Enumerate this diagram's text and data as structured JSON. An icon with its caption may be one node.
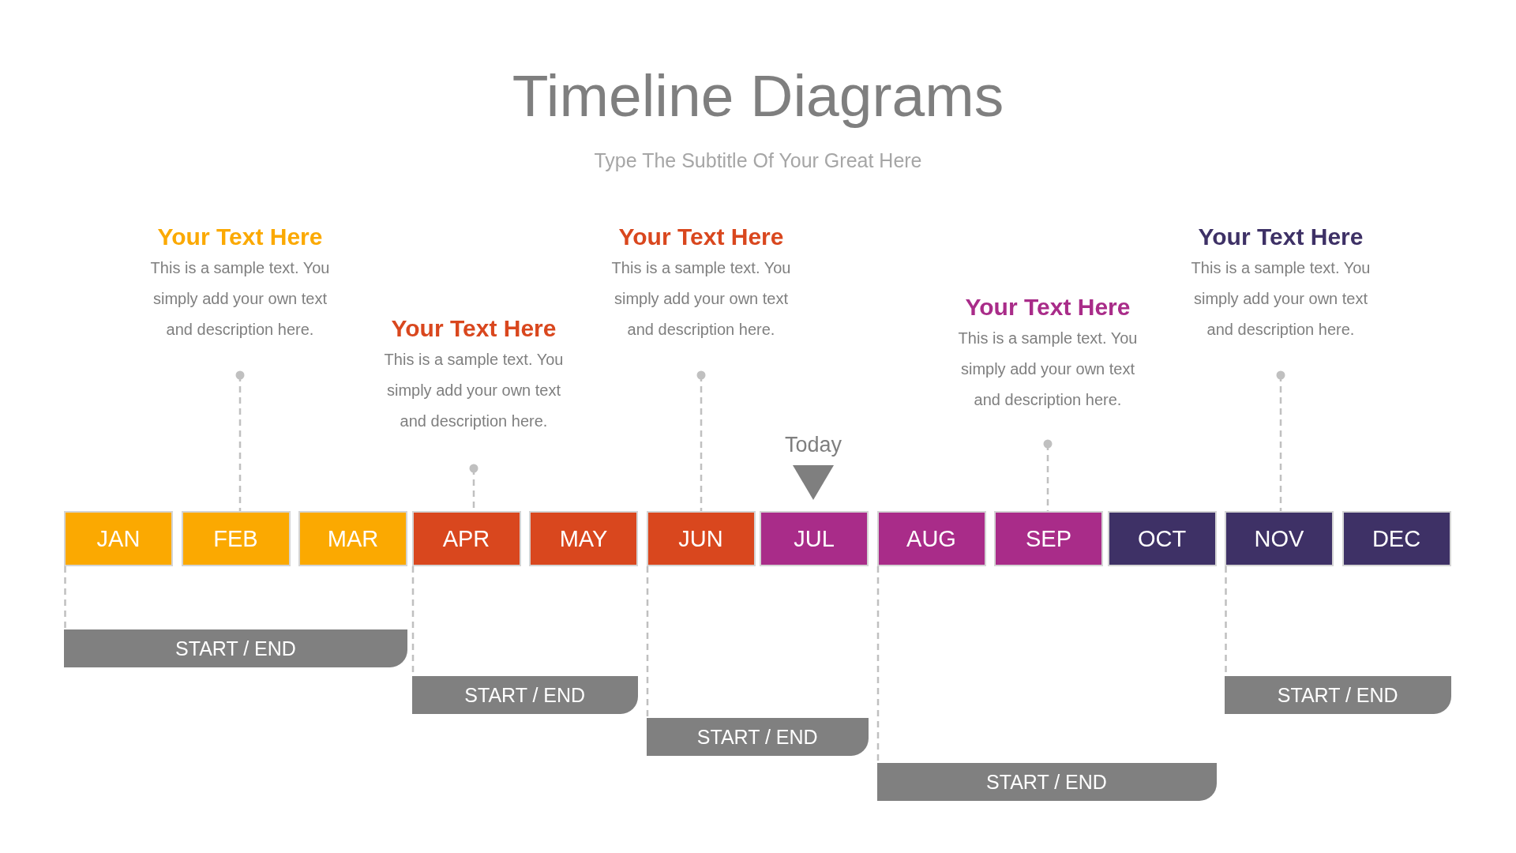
{
  "diagram": {
    "title": "Timeline Diagrams",
    "nodes": [
      {
        "text": [
          "Your Text Here",
          "This is a sample text. You simply add your own text and description here."
        ]
      },
      {
        "text": [
          "Your Text Here",
          "This is a sample text. You simply add your own text and description here."
        ]
      },
      {
        "text": [
          "Your Text Here",
          "This is a sample text. You simply add your own text and description here."
        ]
      },
      {
        "text": [
          "Your Text Here",
          "This is a sample text. You simply add your own text and description here."
        ]
      },
      {
        "text": [
          "Your Text Here",
          "This is a sample text. You simply add your own text and description here."
        ]
      },
      {
        "text": [
          "JAN"
        ]
      },
      {
        "text": [
          "FEB"
        ]
      },
      {
        "text": [
          "MAR"
        ]
      },
      {
        "text": [
          "APR"
        ]
      },
      {
        "text": [
          "MAY"
        ]
      },
      {
        "text": [
          "JUN"
        ]
      },
      {
        "text": [
          "JUL"
        ]
      },
      {
        "text": [
          "AUG"
        ]
      },
      {
        "text": [
          "SEP"
        ]
      },
      {
        "text": [
          "OCT"
        ]
      },
      {
        "text": [
          "NOV"
        ]
      },
      {
        "text": [
          "DEC"
        ]
      },
      {
        "text": [
          "START / END"
        ]
      },
      {
        "text": [
          "START / END"
        ]
      },
      {
        "text": [
          "START / END"
        ]
      },
      {
        "text": [
          "START / END"
        ]
      },
      {
        "text": [
          "START / END"
        ]
      }
    ],
    "edges": [
      {
        "from": 0,
        "to": 6,
        "arrow": "other",
        "style": "dashed"
      },
      {
        "from": 1,
        "to": 8,
        "arrow": "other",
        "style": "dashed"
      },
      {
        "from": 2,
        "to": 10,
        "arrow": "other",
        "style": "dashed"
      },
      {
        "from": 3,
        "to": 13,
        "arrow": "other",
        "style": "dashed"
      },
      {
        "from": 4,
        "to": 15,
        "arrow": "other",
        "style": "dashed"
      },
      {
        "from": 5,
        "to": 17,
        "arrow": "none",
        "style": "dashed"
      },
      {
        "from": 8,
        "to": 18,
        "arrow": "none",
        "style": "dashed"
      },
      {
        "from": 10,
        "to": 19,
        "arrow": "none",
        "style": "dashed"
      },
      {
        "from": 12,
        "to": 20,
        "arrow": "none",
        "style": "dashed"
      },
      {
        "from": 15,
        "to": 21,
        "arrow": "none",
        "style": "dashed"
      }
    ],
    "labels": [
      "Type The Subtitle Of Your Great Here",
      "Today"
    ]
  }
}
